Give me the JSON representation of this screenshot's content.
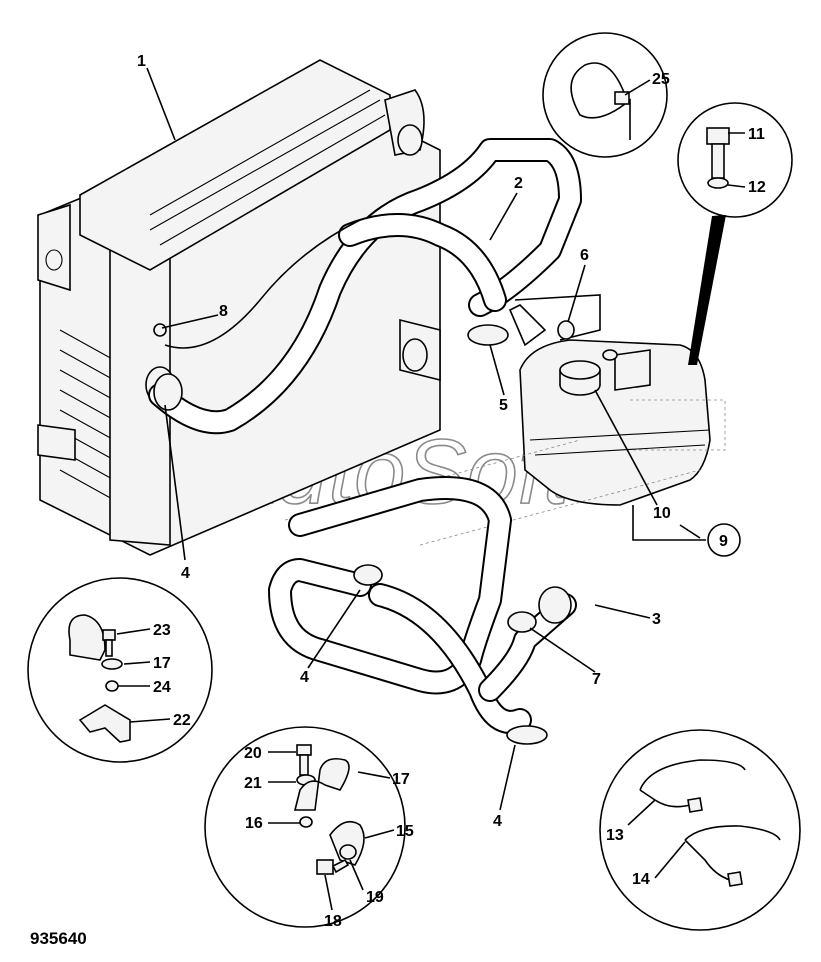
{
  "figure_number": "935640",
  "watermark": "AutoSoft",
  "callouts": [
    {
      "id": "1",
      "label": "1"
    },
    {
      "id": "2",
      "label": "2"
    },
    {
      "id": "3",
      "label": "3"
    },
    {
      "id": "4a",
      "label": "4"
    },
    {
      "id": "4b",
      "label": "4"
    },
    {
      "id": "4c",
      "label": "4"
    },
    {
      "id": "5",
      "label": "5"
    },
    {
      "id": "6",
      "label": "6"
    },
    {
      "id": "7",
      "label": "7"
    },
    {
      "id": "8",
      "label": "8"
    },
    {
      "id": "9",
      "label": "9"
    },
    {
      "id": "10",
      "label": "10"
    },
    {
      "id": "11",
      "label": "11"
    },
    {
      "id": "12",
      "label": "12"
    },
    {
      "id": "13",
      "label": "13"
    },
    {
      "id": "14",
      "label": "14"
    },
    {
      "id": "15",
      "label": "15"
    },
    {
      "id": "16",
      "label": "16"
    },
    {
      "id": "17a",
      "label": "17"
    },
    {
      "id": "17b",
      "label": "17"
    },
    {
      "id": "18",
      "label": "18"
    },
    {
      "id": "19",
      "label": "19"
    },
    {
      "id": "20",
      "label": "20"
    },
    {
      "id": "21",
      "label": "21"
    },
    {
      "id": "22",
      "label": "22"
    },
    {
      "id": "23",
      "label": "23"
    },
    {
      "id": "24",
      "label": "24"
    },
    {
      "id": "25",
      "label": "25"
    }
  ]
}
